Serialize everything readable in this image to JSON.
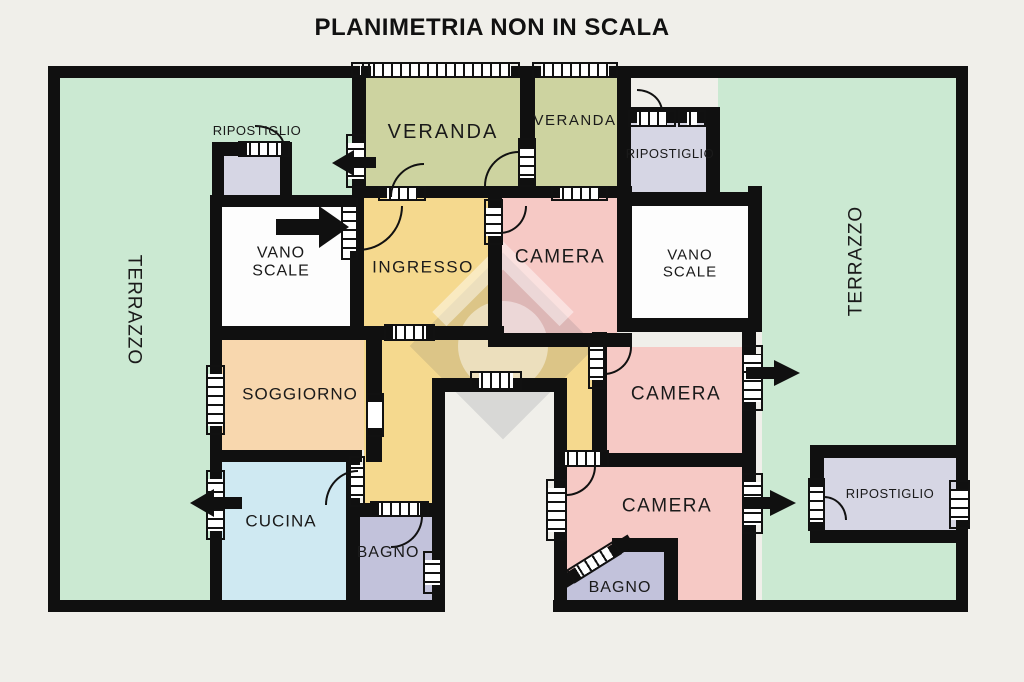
{
  "title": "PLANIMETRIA NON IN SCALA",
  "rooms": {
    "terrazzo_left": "TERRAZZO",
    "terrazzo_right": "TERRAZZO",
    "veranda_large": "VERANDA",
    "veranda_small": "VERANDA",
    "ripostiglio_top_left": "RIPOSTIGLIO",
    "ripostiglio_top_right": "RIPOSTIGLIO",
    "ripostiglio_bottom_right": "RIPOSTIGLIO",
    "vano_scale_left": [
      "VANO",
      "SCALE"
    ],
    "vano_scale_right": [
      "VANO",
      "SCALE"
    ],
    "ingresso": "INGRESSO",
    "camera_top": "CAMERA",
    "camera_middle": "CAMERA",
    "camera_bottom": "CAMERA",
    "soggiorno": "SOGGIORNO",
    "cucina": "CUCINA",
    "bagno_center": "BAGNO",
    "bagno_bottom": "BAGNO"
  },
  "annotations": {
    "entrance_arrow_direction": "right",
    "terrace_exit_arrows": [
      "left at veranda",
      "left at cucina",
      "right at camera middle",
      "right at camera bottom"
    ]
  },
  "colors": {
    "wall": "#101010",
    "terrace_green": "#cbe9d2",
    "veranda_olive": "#cdd3a0",
    "bedroom_pink": "#f6c9c5",
    "hallway_yellow": "#f5d98e",
    "living_peach": "#f8d7ae",
    "kitchen_blue": "#cfe9f2",
    "bathroom_lavender": "#c2c2db",
    "storage_lavender": "#d6d6e4",
    "stairwell_white": "#fdfdfd",
    "background": "#f0efea"
  }
}
